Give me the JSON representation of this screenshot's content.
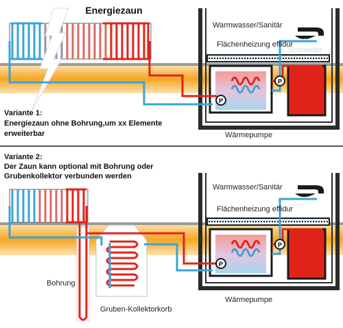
{
  "title": "Energiezaun",
  "variant1": {
    "heading": "Variante 1:",
    "line1": "Energiezaun ohne Bohrung,um xx Elemente",
    "line2": "erweiterbar"
  },
  "variant2": {
    "heading": "Variante 2:",
    "line1": "Der Zaun kann optional mit Bohrung oder",
    "line2": "Grubenkollektor verbunden werden"
  },
  "labels": {
    "warmwasser": "Warmwasser/Sanitär",
    "flaechenheizung": "Flächenheizung effidur",
    "waermepumpe": "Wärmepumpe",
    "pump": "P",
    "bohrung": "Bohrung",
    "gruben": "Gruben-Kollektorkorb"
  },
  "watermark": "Schneider",
  "colors": {
    "hot": "#e2231a",
    "cold": "#3aa3d8",
    "ground": "#f5a623",
    "tank": "#e2231a",
    "frame": "#2b2b2b"
  }
}
